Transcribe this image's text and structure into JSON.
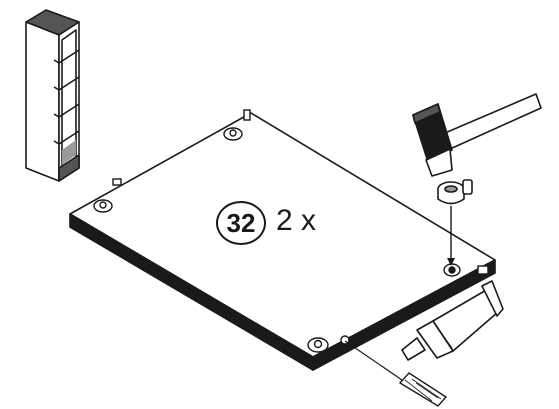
{
  "instruction": {
    "step_number": "32",
    "quantity": "2 x"
  },
  "colors": {
    "ink": "#1a1a1a",
    "panel_edge": "#1a1a1a",
    "background": "#ffffff",
    "shelf_gray": "#9a9a9a",
    "dark_gray": "#555555"
  },
  "parts": {
    "shelf_unit": "bookcase-overview-icon",
    "panel": "shelf-panel",
    "hammer": "hammer-icon",
    "cam_lock": "cam-lock-fitting",
    "glue": "glue-tube-icon",
    "dowel": "wooden-dowel"
  }
}
